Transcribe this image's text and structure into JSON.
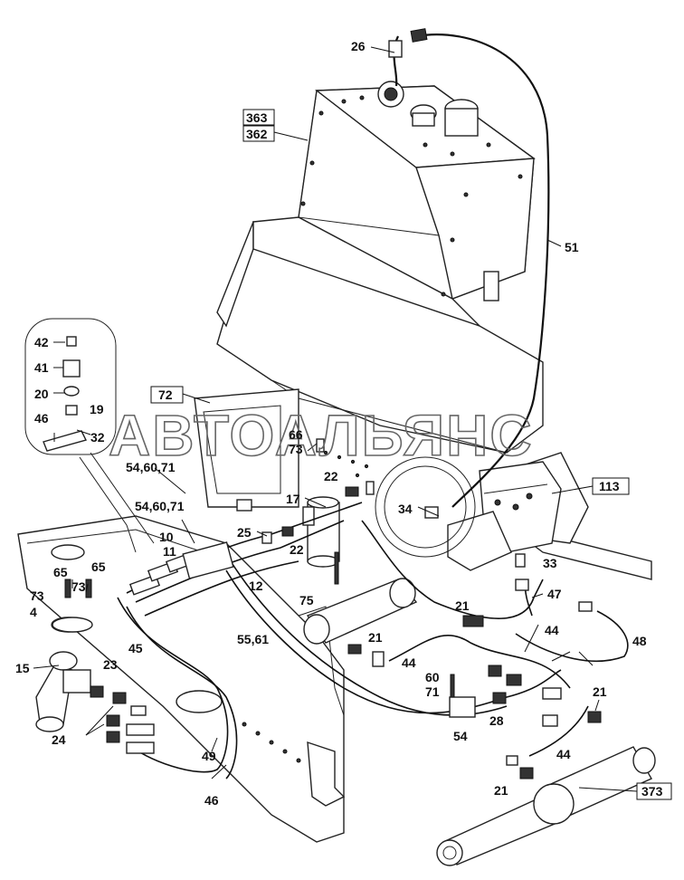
{
  "watermark": "АВТОАЛЬЯНС",
  "boxed_labels": [
    "363",
    "362",
    "72",
    "113",
    "373"
  ],
  "labels": {
    "l26": "26",
    "l51": "51",
    "l42": "42",
    "l41": "41",
    "l20": "20",
    "l19": "19",
    "l46a": "46",
    "l32": "32",
    "l66": "66",
    "l73a": "73",
    "l5460a": "54,60,71",
    "l22a": "22",
    "l17": "17",
    "l34": "34",
    "l5460b": "54,60,71",
    "l25": "25",
    "l22b": "22",
    "l10": "10",
    "l11": "11",
    "l12": "12",
    "l33": "33",
    "l65a": "65",
    "l65b": "65",
    "l73b": "73",
    "l73c": "73",
    "l4": "4",
    "l75": "75",
    "l47": "47",
    "l21a": "21",
    "l5561": "55,61",
    "l45": "45",
    "l21b": "21",
    "l44a": "44",
    "l44b": "44",
    "l48": "48",
    "l15": "15",
    "l23": "23",
    "l60": "60",
    "l71": "71",
    "l21c": "21",
    "l28": "28",
    "l24": "24",
    "l54": "54",
    "l44c": "44",
    "l49": "49",
    "l46b": "46",
    "l21d": "21"
  }
}
